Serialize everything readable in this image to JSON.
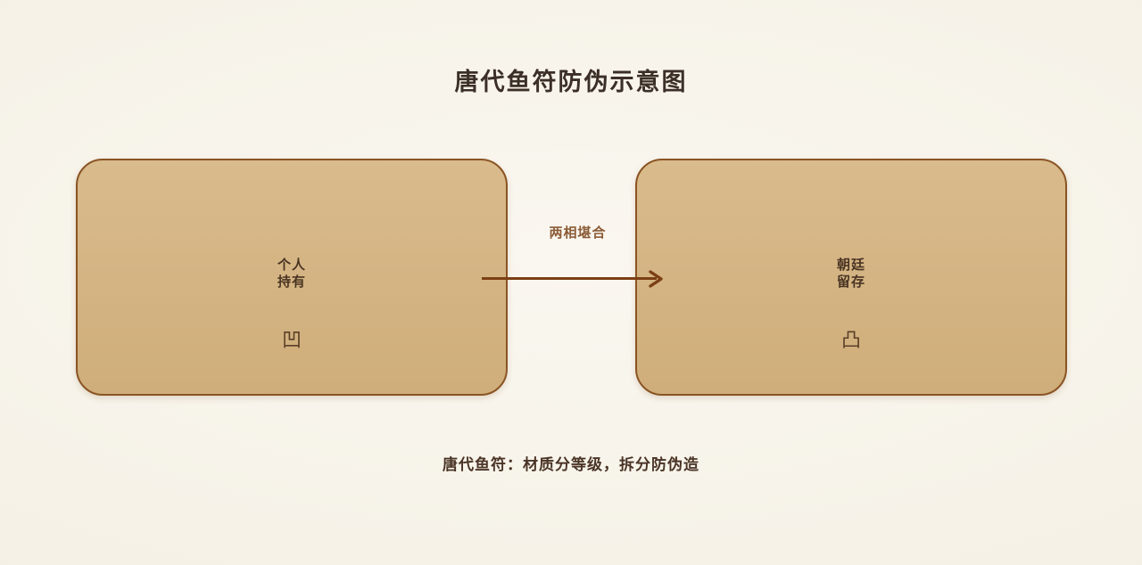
{
  "page": {
    "title": "唐代鱼符防伪示意图",
    "background_color": "#f8f4ec",
    "caption": "唐代鱼符：材质分等级，拆分防伪造"
  },
  "diagram": {
    "type": "two-part-tally-split",
    "accent_color": "#8a5423",
    "card_fill_color": "#d4b483",
    "arrow_color": "#7b3f14",
    "cards": [
      {
        "id": "personal-half",
        "label_line1": "个人",
        "label_line2": "持有",
        "glyph": "凹",
        "glyph_name": "concave-notch-glyph",
        "side": "left"
      },
      {
        "id": "court-half",
        "label_line1": "朝廷",
        "label_line2": "留存",
        "glyph": "凸",
        "glyph_name": "convex-tab-glyph",
        "side": "right"
      }
    ],
    "connector": {
      "label": "两相堪合",
      "direction": "left-to-right",
      "icon": "arrow-right-icon"
    }
  }
}
